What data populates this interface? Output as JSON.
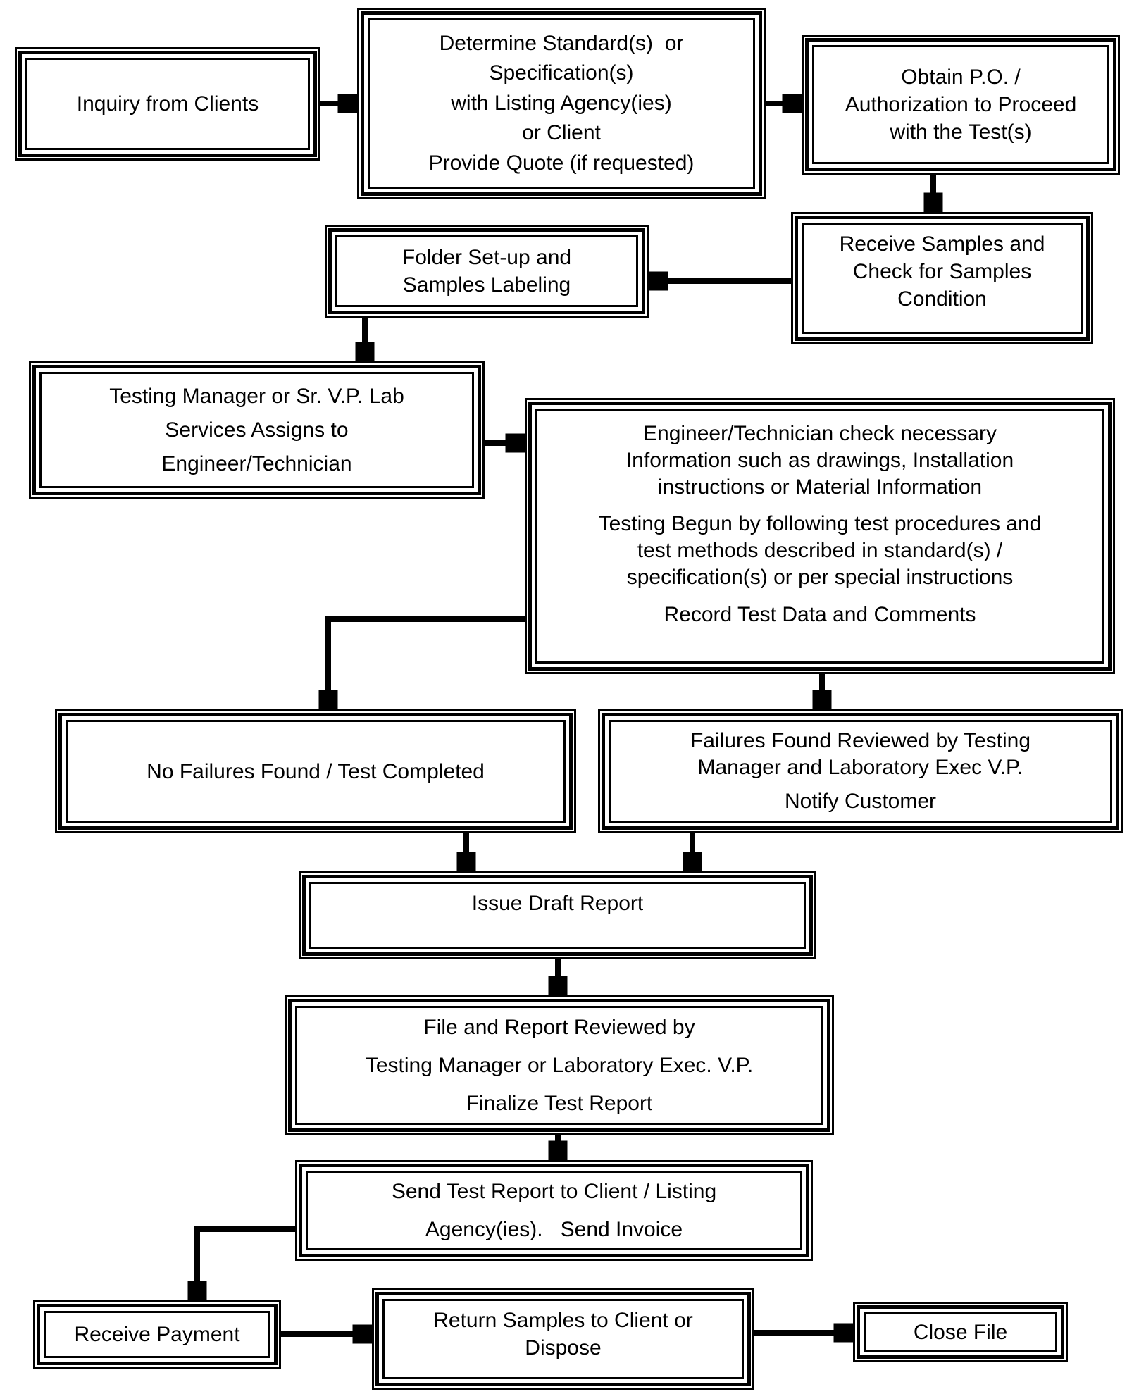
{
  "diagram": {
    "colors": {
      "stroke": "#000000",
      "box_fill": "#ffffff",
      "text": "#000000",
      "background": "#ffffff"
    },
    "nodes": {
      "inquiry": {
        "label": "Inquiry from Clients"
      },
      "determine": {
        "label": "Determine Standard(s)  or\nSpecification(s)\nwith Listing Agency(ies)\nor Client\nProvide Quote (if requested)"
      },
      "obtain_po": {
        "label": "Obtain P.O. /\nAuthorization to Proceed\nwith the Test(s)"
      },
      "receive_samples": {
        "label": "Receive Samples and\nCheck for Samples\nCondition"
      },
      "folder_setup": {
        "label": "Folder Set-up and\nSamples Labeling"
      },
      "assign": {
        "label": "Testing Manager or Sr. V.P. Lab\nServices Assigns to\nEngineer/Technician"
      },
      "testing": {
        "paragraphs": [
          "Engineer/Technician check necessary\nInformation such as drawings, Installation\ninstructions or Material Information",
          "Testing Begun by following test procedures and\ntest methods described in standard(s) /\nspecification(s) or per special instructions",
          "Record Test Data and Comments"
        ]
      },
      "no_failures": {
        "label": "No Failures Found / Test Completed"
      },
      "failures": {
        "paragraphs": [
          "Failures Found Reviewed by Testing\nManager and Laboratory Exec V.P.",
          "Notify Customer"
        ]
      },
      "issue_draft": {
        "label": "Issue Draft Report"
      },
      "file_review": {
        "label": "File and Report Reviewed by\nTesting Manager or Laboratory Exec. V.P.\nFinalize Test Report"
      },
      "send_report": {
        "label": "Send Test Report to Client / Listing\nAgency(ies).   Send Invoice"
      },
      "receive_payment": {
        "label": "Receive Payment"
      },
      "return_samples": {
        "label": "Return Samples to Client or\nDispose"
      },
      "close_file": {
        "label": "Close File"
      }
    },
    "edges": [
      {
        "from": "inquiry",
        "to": "determine"
      },
      {
        "from": "determine",
        "to": "obtain_po"
      },
      {
        "from": "obtain_po",
        "to": "receive_samples"
      },
      {
        "from": "receive_samples",
        "to": "folder_setup"
      },
      {
        "from": "folder_setup",
        "to": "assign"
      },
      {
        "from": "assign",
        "to": "testing"
      },
      {
        "from": "testing",
        "to": "no_failures"
      },
      {
        "from": "testing",
        "to": "failures"
      },
      {
        "from": "no_failures",
        "to": "issue_draft"
      },
      {
        "from": "failures",
        "to": "issue_draft"
      },
      {
        "from": "issue_draft",
        "to": "file_review"
      },
      {
        "from": "file_review",
        "to": "send_report"
      },
      {
        "from": "send_report",
        "to": "receive_payment"
      },
      {
        "from": "receive_payment",
        "to": "return_samples"
      },
      {
        "from": "return_samples",
        "to": "close_file"
      }
    ]
  }
}
